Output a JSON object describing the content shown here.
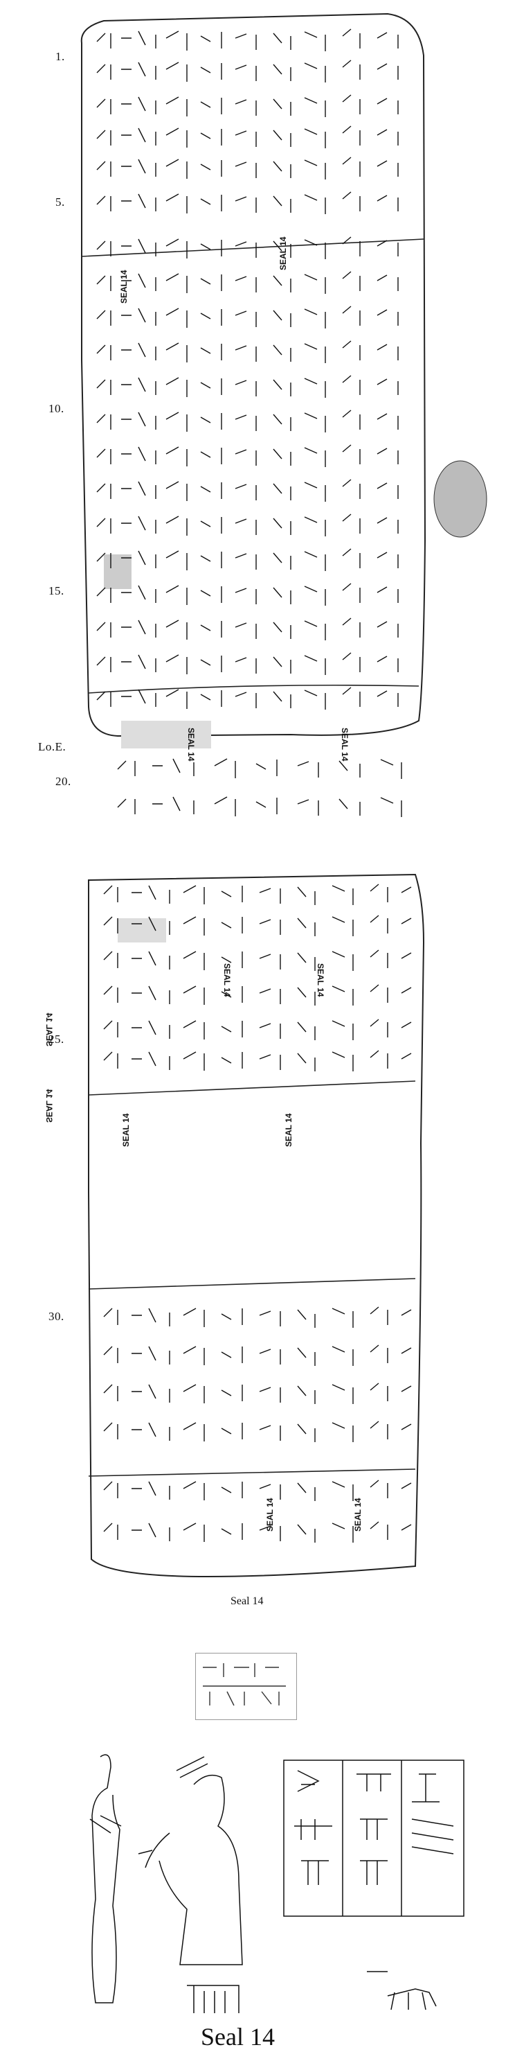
{
  "obverse": {
    "line_numbers": [
      "1.",
      "5.",
      "10.",
      "15."
    ],
    "seal_labels": [
      "SEAL 14",
      "SEAL 14"
    ]
  },
  "lower_edge": {
    "label": "Lo.E.",
    "seal_labels": [
      "SEAL 14",
      "SEAL 14"
    ],
    "line_number": "20."
  },
  "reverse": {
    "line_numbers": [
      "25.",
      "30."
    ],
    "seal_labels": [
      "SEAL 14",
      "SEAL 14",
      "SEAL 14",
      "SEAL 14",
      "SEAL 14",
      "SEAL 14",
      "SEAL 14",
      "SEAL 14"
    ]
  },
  "seal_caption": "Seal 14",
  "figure_caption": "Seal 14"
}
